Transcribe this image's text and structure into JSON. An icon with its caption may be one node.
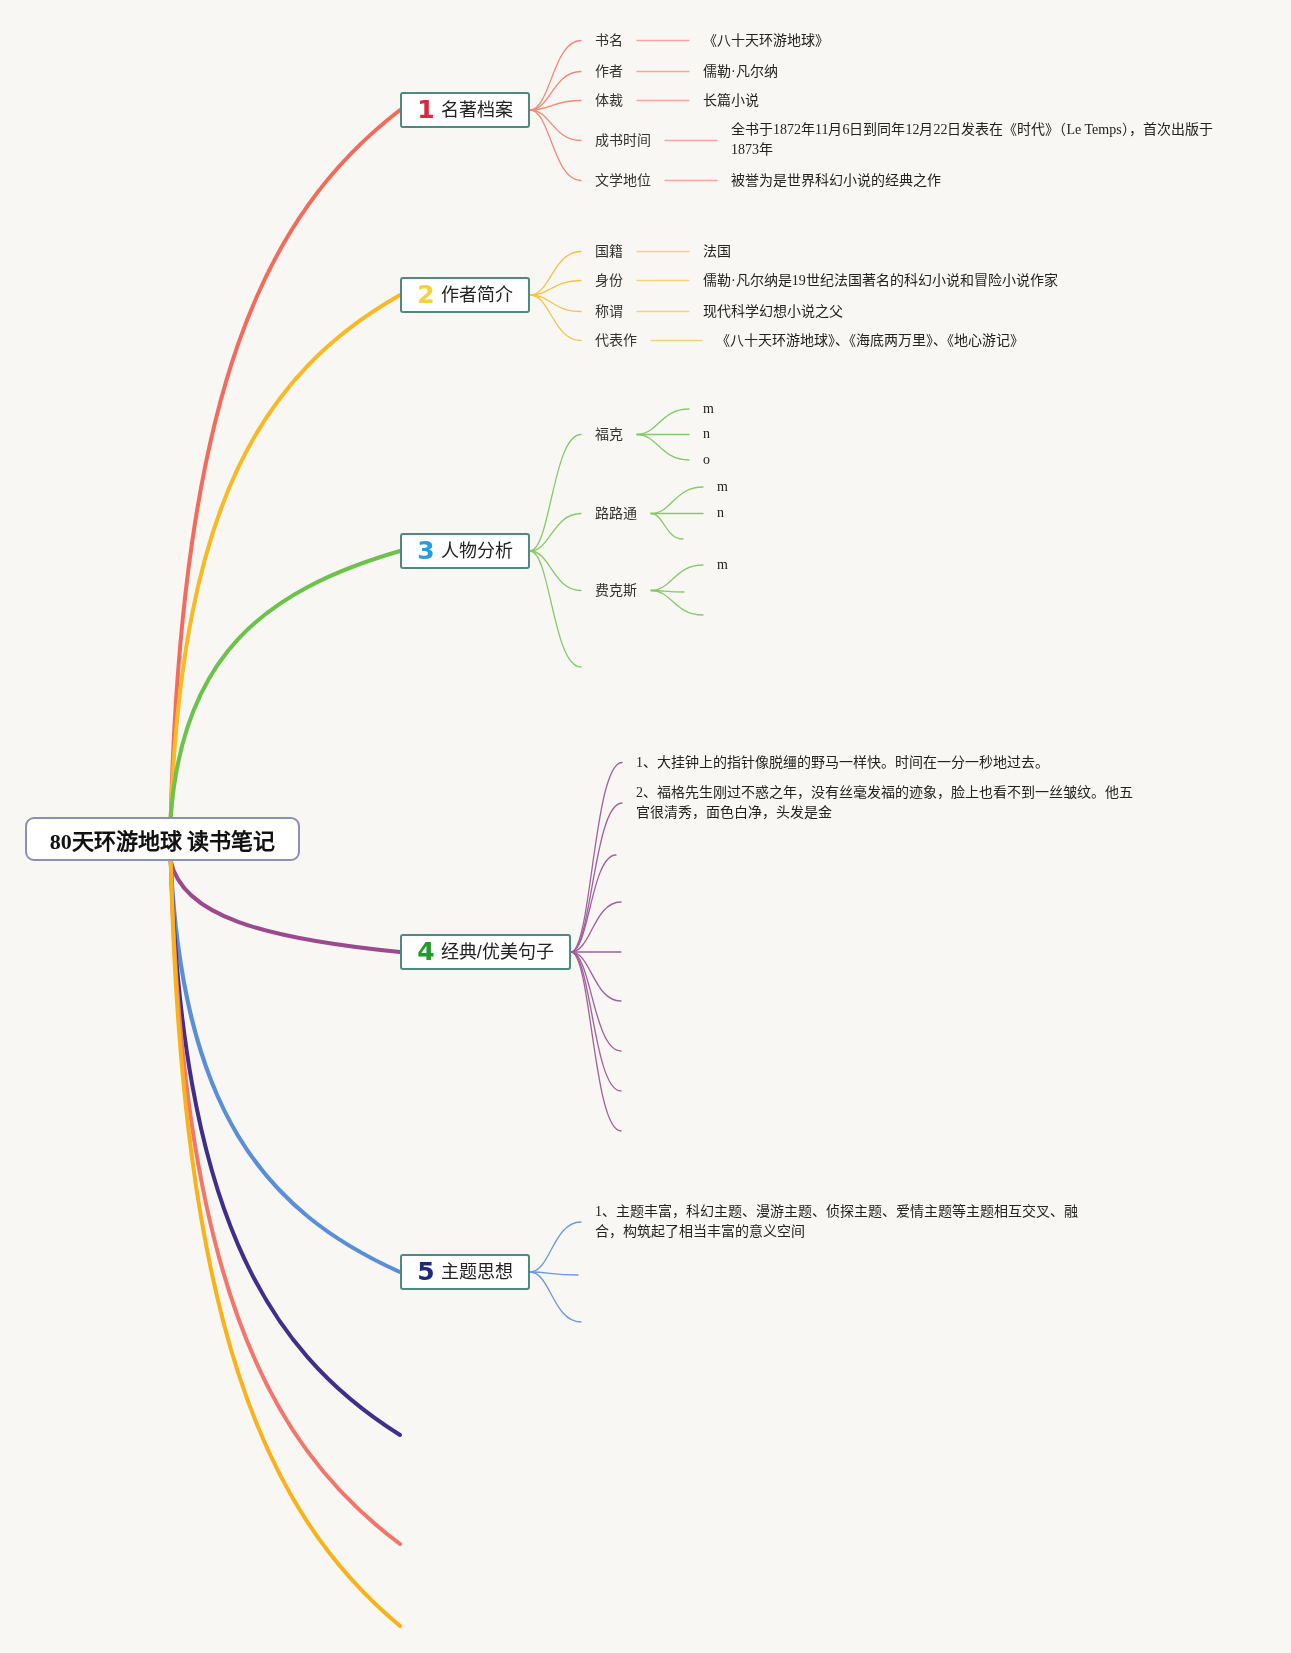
{
  "diagram": {
    "nodes": [
      {
        "text": [
          "80天环游地球 读书笔记"
        ]
      },
      {
        "text": [
          "1",
          "名著档案"
        ]
      },
      {
        "text": [
          "书名"
        ]
      },
      {
        "text": [
          "《八十天环游地球》"
        ]
      },
      {
        "text": [
          "作者"
        ]
      },
      {
        "text": [
          "儒勒·凡尔纳"
        ]
      },
      {
        "text": [
          "体裁"
        ]
      },
      {
        "text": [
          "长篇小说"
        ]
      },
      {
        "text": [
          "成书时间"
        ]
      },
      {
        "text": [
          "全书于1872年11月6日到同年12月22日发表在《时代》（Le Temps），首次出版于1873年"
        ]
      },
      {
        "text": [
          "文学地位"
        ]
      },
      {
        "text": [
          "被誉为是世界科幻小说的经典之作"
        ]
      },
      {
        "text": [
          "2",
          "作者简介"
        ]
      },
      {
        "text": [
          "国籍"
        ]
      },
      {
        "text": [
          "法国"
        ]
      },
      {
        "text": [
          "身份"
        ]
      },
      {
        "text": [
          "儒勒·凡尔纳是19世纪法国著名的科幻小说和冒险小说作家"
        ]
      },
      {
        "text": [
          "称谓"
        ]
      },
      {
        "text": [
          "现代科学幻想小说之父"
        ]
      },
      {
        "text": [
          "代表作"
        ]
      },
      {
        "text": [
          "《八十天环游地球》、《海底两万里》、《地心游记》"
        ]
      },
      {
        "text": [
          "3",
          "人物分析"
        ]
      },
      {
        "text": [
          "福克"
        ]
      },
      {
        "text": [
          "m"
        ]
      },
      {
        "text": [
          "n"
        ]
      },
      {
        "text": [
          "o"
        ]
      },
      {
        "text": [
          "路路通"
        ]
      },
      {
        "text": [
          "m"
        ]
      },
      {
        "text": [
          "n"
        ]
      },
      {
        "text": [
          "费克斯"
        ]
      },
      {
        "text": [
          "m"
        ]
      },
      {
        "text": [
          "4",
          "经典/优美句子"
        ]
      },
      {
        "text": [
          "1、大挂钟上的指针像脱缰的野马一样快。时间在一分一秒地过去。"
        ]
      },
      {
        "text": [
          "2、福格先生刚过不惑之年，没有丝毫发福的迹象，脸上也看不到一丝皱纹。他五官很清秀，面色白净，头发是金"
        ]
      },
      {
        "text": [
          "5",
          "主题思想"
        ]
      },
      {
        "text": [
          "1、主题丰富，科幻主题、漫游主题、侦探主题、爱情主题等主题相互交叉、融合，构筑起了相当丰富的意义空间"
        ]
      }
    ],
    "edges": [
      {
        "from": 0,
        "to": 1,
        "arrow": "none",
        "style": "thick",
        "color": "#f26b5b"
      },
      {
        "from": 0,
        "to": 12,
        "arrow": "none",
        "style": "thick",
        "color": "#f7b924"
      },
      {
        "from": 0,
        "to": 21,
        "arrow": "none",
        "style": "thick",
        "color": "#6cc24a"
      },
      {
        "from": 0,
        "to": 31,
        "arrow": "none",
        "style": "thick",
        "color": "#9b4a8f"
      },
      {
        "from": 0,
        "to": 34,
        "arrow": "none",
        "style": "thick",
        "color": "#5a8fd8"
      },
      {
        "from": 0,
        "to": null,
        "arrow": "none",
        "style": "thick",
        "color": "#3e2f8c"
      },
      {
        "from": 0,
        "to": null,
        "arrow": "none",
        "style": "thick",
        "color": "#f2766a"
      },
      {
        "from": 0,
        "to": null,
        "arrow": "none",
        "style": "thick",
        "color": "#f9b21a"
      },
      {
        "from": 1,
        "to": 2,
        "arrow": "none",
        "color": "#f08a78"
      },
      {
        "from": 1,
        "to": 4,
        "arrow": "none",
        "color": "#f08a78"
      },
      {
        "from": 1,
        "to": 6,
        "arrow": "none",
        "color": "#f08a78"
      },
      {
        "from": 1,
        "to": 8,
        "arrow": "none",
        "color": "#f08a78"
      },
      {
        "from": 1,
        "to": 10,
        "arrow": "none",
        "color": "#f08a78"
      },
      {
        "from": 2,
        "to": 3,
        "arrow": "none",
        "color": "#f4a89b"
      },
      {
        "from": 4,
        "to": 5,
        "arrow": "none",
        "color": "#f4a89b"
      },
      {
        "from": 6,
        "to": 7,
        "arrow": "none",
        "color": "#f4a89b"
      },
      {
        "from": 8,
        "to": 9,
        "arrow": "none",
        "color": "#f4a89b"
      },
      {
        "from": 10,
        "to": 11,
        "arrow": "none",
        "color": "#f4a89b"
      },
      {
        "from": 12,
        "to": 13,
        "arrow": "none",
        "color": "#f5c24a"
      },
      {
        "from": 12,
        "to": 15,
        "arrow": "none",
        "color": "#f5c24a"
      },
      {
        "from": 12,
        "to": 17,
        "arrow": "none",
        "color": "#f5c24a"
      },
      {
        "from": 12,
        "to": 19,
        "arrow": "none",
        "color": "#f5c24a"
      },
      {
        "from": 13,
        "to": 14,
        "arrow": "none",
        "color": "#f7d27a"
      },
      {
        "from": 15,
        "to": 16,
        "arrow": "none",
        "color": "#f7d27a"
      },
      {
        "from": 17,
        "to": 18,
        "arrow": "none",
        "color": "#f7d27a"
      },
      {
        "from": 19,
        "to": 20,
        "arrow": "none",
        "color": "#f7d27a"
      },
      {
        "from": 21,
        "to": 22,
        "arrow": "none",
        "color": "#86c96a"
      },
      {
        "from": 21,
        "to": 26,
        "arrow": "none",
        "color": "#86c96a"
      },
      {
        "from": 21,
        "to": 29,
        "arrow": "none",
        "color": "#86c96a"
      },
      {
        "from": 21,
        "to": null,
        "arrow": "none",
        "color": "#86c96a"
      },
      {
        "from": 22,
        "to": 23,
        "arrow": "none",
        "color": "#86c96a"
      },
      {
        "from": 22,
        "to": 24,
        "arrow": "none",
        "color": "#86c96a"
      },
      {
        "from": 22,
        "to": 25,
        "arrow": "none",
        "color": "#86c96a"
      },
      {
        "from": 26,
        "to": 27,
        "arrow": "none",
        "color": "#86c96a"
      },
      {
        "from": 26,
        "to": 28,
        "arrow": "none",
        "color": "#86c96a"
      },
      {
        "from": 26,
        "to": null,
        "arrow": "none",
        "color": "#86c96a"
      },
      {
        "from": 29,
        "to": 30,
        "arrow": "none",
        "color": "#86c96a"
      },
      {
        "from": 29,
        "to": null,
        "arrow": "none",
        "color": "#86c96a"
      },
      {
        "from": 29,
        "to": null,
        "arrow": "none",
        "color": "#86c96a"
      },
      {
        "from": 31,
        "to": 32,
        "arrow": "none",
        "color": "#a2609b"
      },
      {
        "from": 31,
        "to": 33,
        "arrow": "none",
        "color": "#a2609b"
      },
      {
        "from": 31,
        "to": null,
        "arrow": "none",
        "color": "#a2609b"
      },
      {
        "from": 31,
        "to": null,
        "arrow": "none",
        "color": "#a2609b"
      },
      {
        "from": 31,
        "to": null,
        "arrow": "none",
        "color": "#a2609b"
      },
      {
        "from": 31,
        "to": null,
        "arrow": "none",
        "color": "#a2609b"
      },
      {
        "from": 31,
        "to": null,
        "arrow": "none",
        "color": "#a2609b"
      },
      {
        "from": 31,
        "to": null,
        "arrow": "none",
        "color": "#a2609b"
      },
      {
        "from": 31,
        "to": null,
        "arrow": "none",
        "color": "#a2609b"
      },
      {
        "from": 34,
        "to": 35,
        "arrow": "none",
        "color": "#6a9ad8"
      },
      {
        "from": 34,
        "to": null,
        "arrow": "none",
        "color": "#6a9ad8"
      },
      {
        "from": 34,
        "to": null,
        "arrow": "none",
        "color": "#6a9ad8"
      }
    ]
  }
}
